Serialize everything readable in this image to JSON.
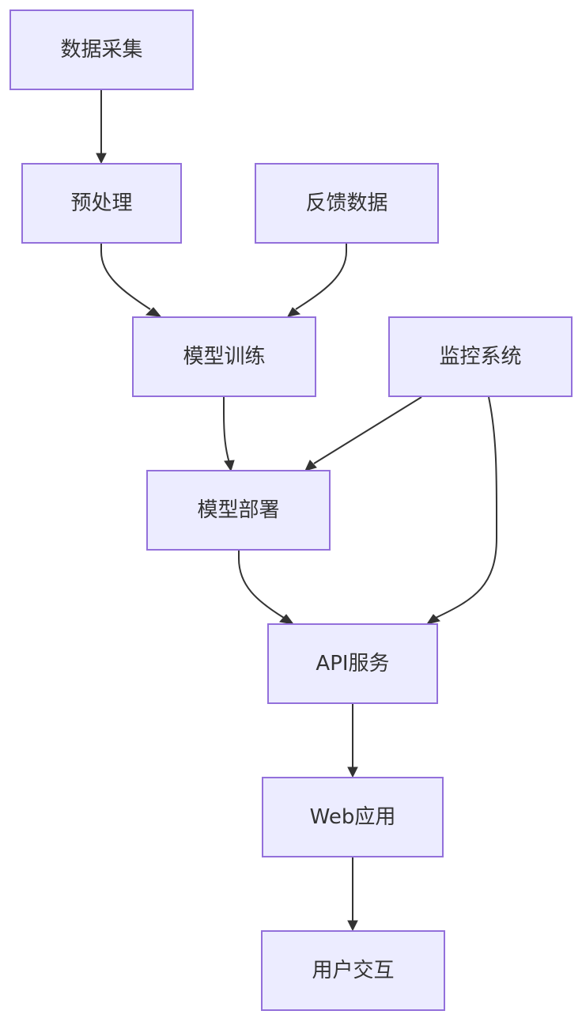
{
  "colors": {
    "node_fill": "#ECECFF",
    "node_stroke": "#9370DB",
    "edge": "#333333",
    "text": "#333333",
    "background": "#FFFFFF"
  },
  "nodes": {
    "data_collection": {
      "label": "数据采集"
    },
    "preprocessing": {
      "label": "预处理"
    },
    "feedback_data": {
      "label": "反馈数据"
    },
    "model_training": {
      "label": "模型训练"
    },
    "monitoring_system": {
      "label": "监控系统"
    },
    "model_deployment": {
      "label": "模型部署"
    },
    "api_service": {
      "label": "API服务"
    },
    "web_app": {
      "label": "Web应用"
    },
    "user_interaction": {
      "label": "用户交互"
    }
  },
  "edges": [
    {
      "from": "data_collection",
      "to": "preprocessing"
    },
    {
      "from": "preprocessing",
      "to": "model_training"
    },
    {
      "from": "feedback_data",
      "to": "model_training"
    },
    {
      "from": "model_training",
      "to": "model_deployment"
    },
    {
      "from": "monitoring_system",
      "to": "model_deployment"
    },
    {
      "from": "monitoring_system",
      "to": "api_service"
    },
    {
      "from": "model_deployment",
      "to": "api_service"
    },
    {
      "from": "api_service",
      "to": "web_app"
    },
    {
      "from": "web_app",
      "to": "user_interaction"
    }
  ]
}
